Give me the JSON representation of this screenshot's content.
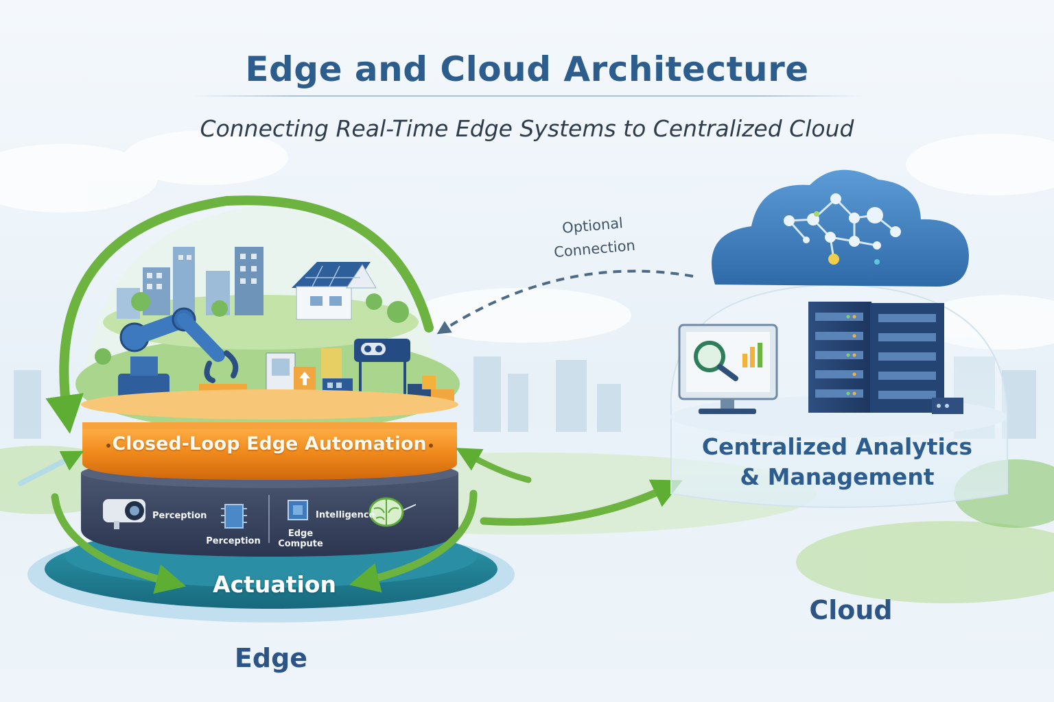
{
  "header": {
    "title": "Edge and Cloud Architecture",
    "subtitle": "Connecting Real-Time Edge Systems to Centralized Cloud"
  },
  "connection": {
    "line1": "Optional",
    "line2": "Connection"
  },
  "edge": {
    "label": "Edge",
    "automation_label": "Closed-Loop Edge Automation",
    "actuation_label": "Actuation",
    "modules": [
      {
        "label": "Perception",
        "icon": "camera-icon"
      },
      {
        "label": "Perception",
        "icon": "chip-icon"
      },
      {
        "label_line1": "Edge",
        "label_line2": "Compute",
        "icon": "processor-icon"
      },
      {
        "label": "Intelligence",
        "icon": "brain-icon"
      }
    ]
  },
  "cloud": {
    "label": "Cloud",
    "analytics_line1": "Centralized Analytics",
    "analytics_line2": "& Management"
  },
  "colors": {
    "title": "#2c5d8c",
    "loop_arrow": "#6db33f",
    "automation_ring": "#f08a1c",
    "compute_ring": "#3a4660",
    "actuation_ring": "#1f7d92",
    "cloud": "#3d7dbf"
  }
}
